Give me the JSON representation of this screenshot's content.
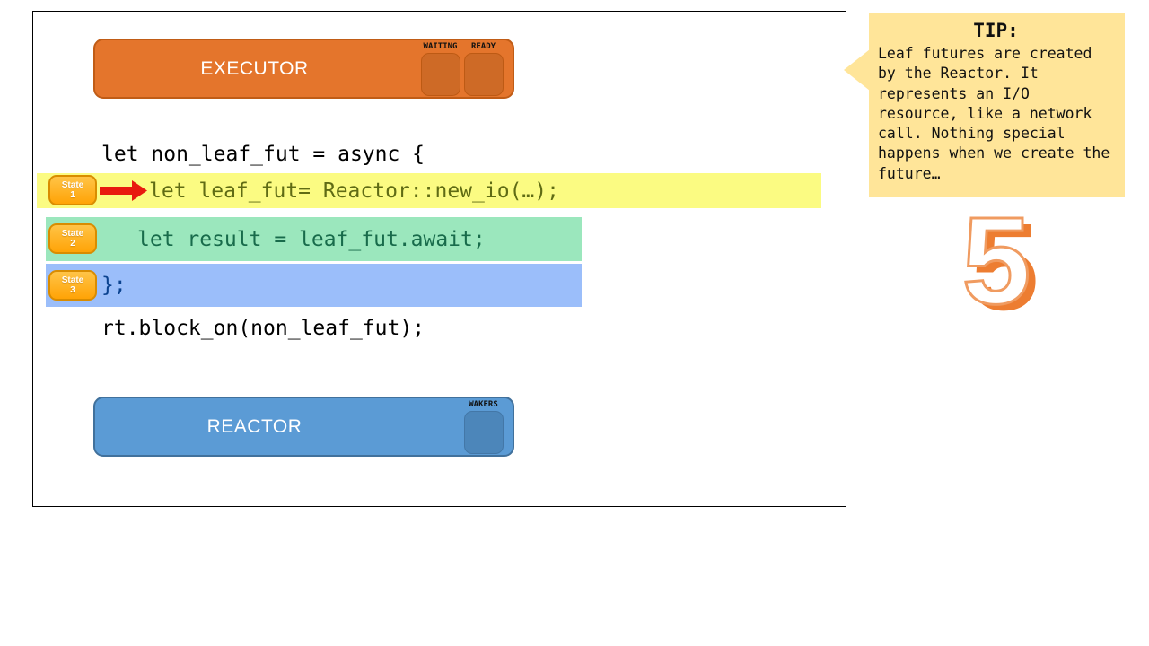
{
  "panel": {
    "executor": {
      "title": "EXECUTOR",
      "slots": [
        {
          "label": "WAITING"
        },
        {
          "label": "READY"
        }
      ]
    },
    "code": {
      "open_line": "let non_leaf_fut = async {",
      "states": [
        {
          "badge_top": "State",
          "badge_num": "1",
          "code": "let leaf_fut= Reactor::new_io(…);"
        },
        {
          "badge_top": "State",
          "badge_num": "2",
          "code": "let result = leaf_fut.await;"
        },
        {
          "badge_top": "State",
          "badge_num": "3",
          "code": "};"
        }
      ],
      "close_line": "rt.block_on(non_leaf_fut);"
    },
    "reactor": {
      "title": "REACTOR",
      "slots": [
        {
          "label": "WAKERS"
        }
      ]
    }
  },
  "tip": {
    "title": "TIP:",
    "body": "Leaf futures are created\nby the Reactor. It\nrepresents an I/O\nresource, like a network\ncall. Nothing special\nhappens when we create the\nfuture…"
  },
  "step_number": "5",
  "colors": {
    "executor_fill": "#e4752c",
    "executor_border": "#c05c16",
    "executor_slot": "#ce6a26",
    "reactor_fill": "#5b9bd5",
    "reactor_border": "#41719c",
    "reactor_slot": "#4c86ba",
    "state1_highlight": "#fbfb82",
    "state1_text": "#5f6b14",
    "state2_highlight": "#9be7bd",
    "state2_text": "#186b4b",
    "state3_highlight": "#9bbefa",
    "state3_text": "#0b4390",
    "state_badge": "#ffb114",
    "state_badge_border": "#d98c00",
    "arrow_red": "#e8190f",
    "tip_background": "#ffe599",
    "step_number_orange": "#ed7d31"
  }
}
